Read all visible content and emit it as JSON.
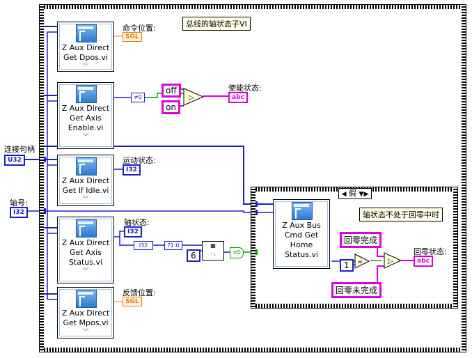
{
  "title": "总线的轴状态子VI",
  "inputs": {
    "handle_label": "连接句柄",
    "handle_type": "U32",
    "axis_label": "轴号:",
    "axis_type": "I32"
  },
  "subvis": [
    {
      "line1": "Z Aux Direct",
      "line2": "Get Dpos.vi",
      "line3": ""
    },
    {
      "line1": "Z Aux Direct",
      "line2": "Get Axis",
      "line3": "Enable.vi"
    },
    {
      "line1": "Z Aux Direct",
      "line2": "Get If Idle.vi",
      "line3": ""
    },
    {
      "line1": "Z Aux Direct",
      "line2": "Get Axis",
      "line3": "Status.vi"
    },
    {
      "line1": "Z Aux Direct",
      "line2": "Get Mpos.vi",
      "line3": ""
    }
  ],
  "outputs": {
    "cmd_pos": "命令位置:",
    "cmd_pos_type": "SGL",
    "enable_state": "使能状态:",
    "enable_type": "abc",
    "motion_state": "运动状态:",
    "motion_type": "I32",
    "axis_state": "轴状态:",
    "axis_type": "I32",
    "feedback_pos": "反馈位置:",
    "feedback_type": "SGL",
    "home_state": "回零状态:",
    "home_type": "abc"
  },
  "constants": {
    "off": "off",
    "on": "on",
    "six": "6",
    "one": "1",
    "home_done": "回零完成",
    "home_not_done": "回零未完成"
  },
  "case": {
    "selector": "假",
    "comment": "轴状态不处于回零中时",
    "vi_line1": "Z Aux Bus",
    "vi_line2": "Cmd Get",
    "vi_line3": "Home",
    "vi_line4": "Status.vi"
  },
  "colors": {
    "wire_int": "#1e1ec8",
    "wire_str": "#e000e0",
    "wire_bool": "#00a000",
    "wire_sgl": "#f07800"
  }
}
